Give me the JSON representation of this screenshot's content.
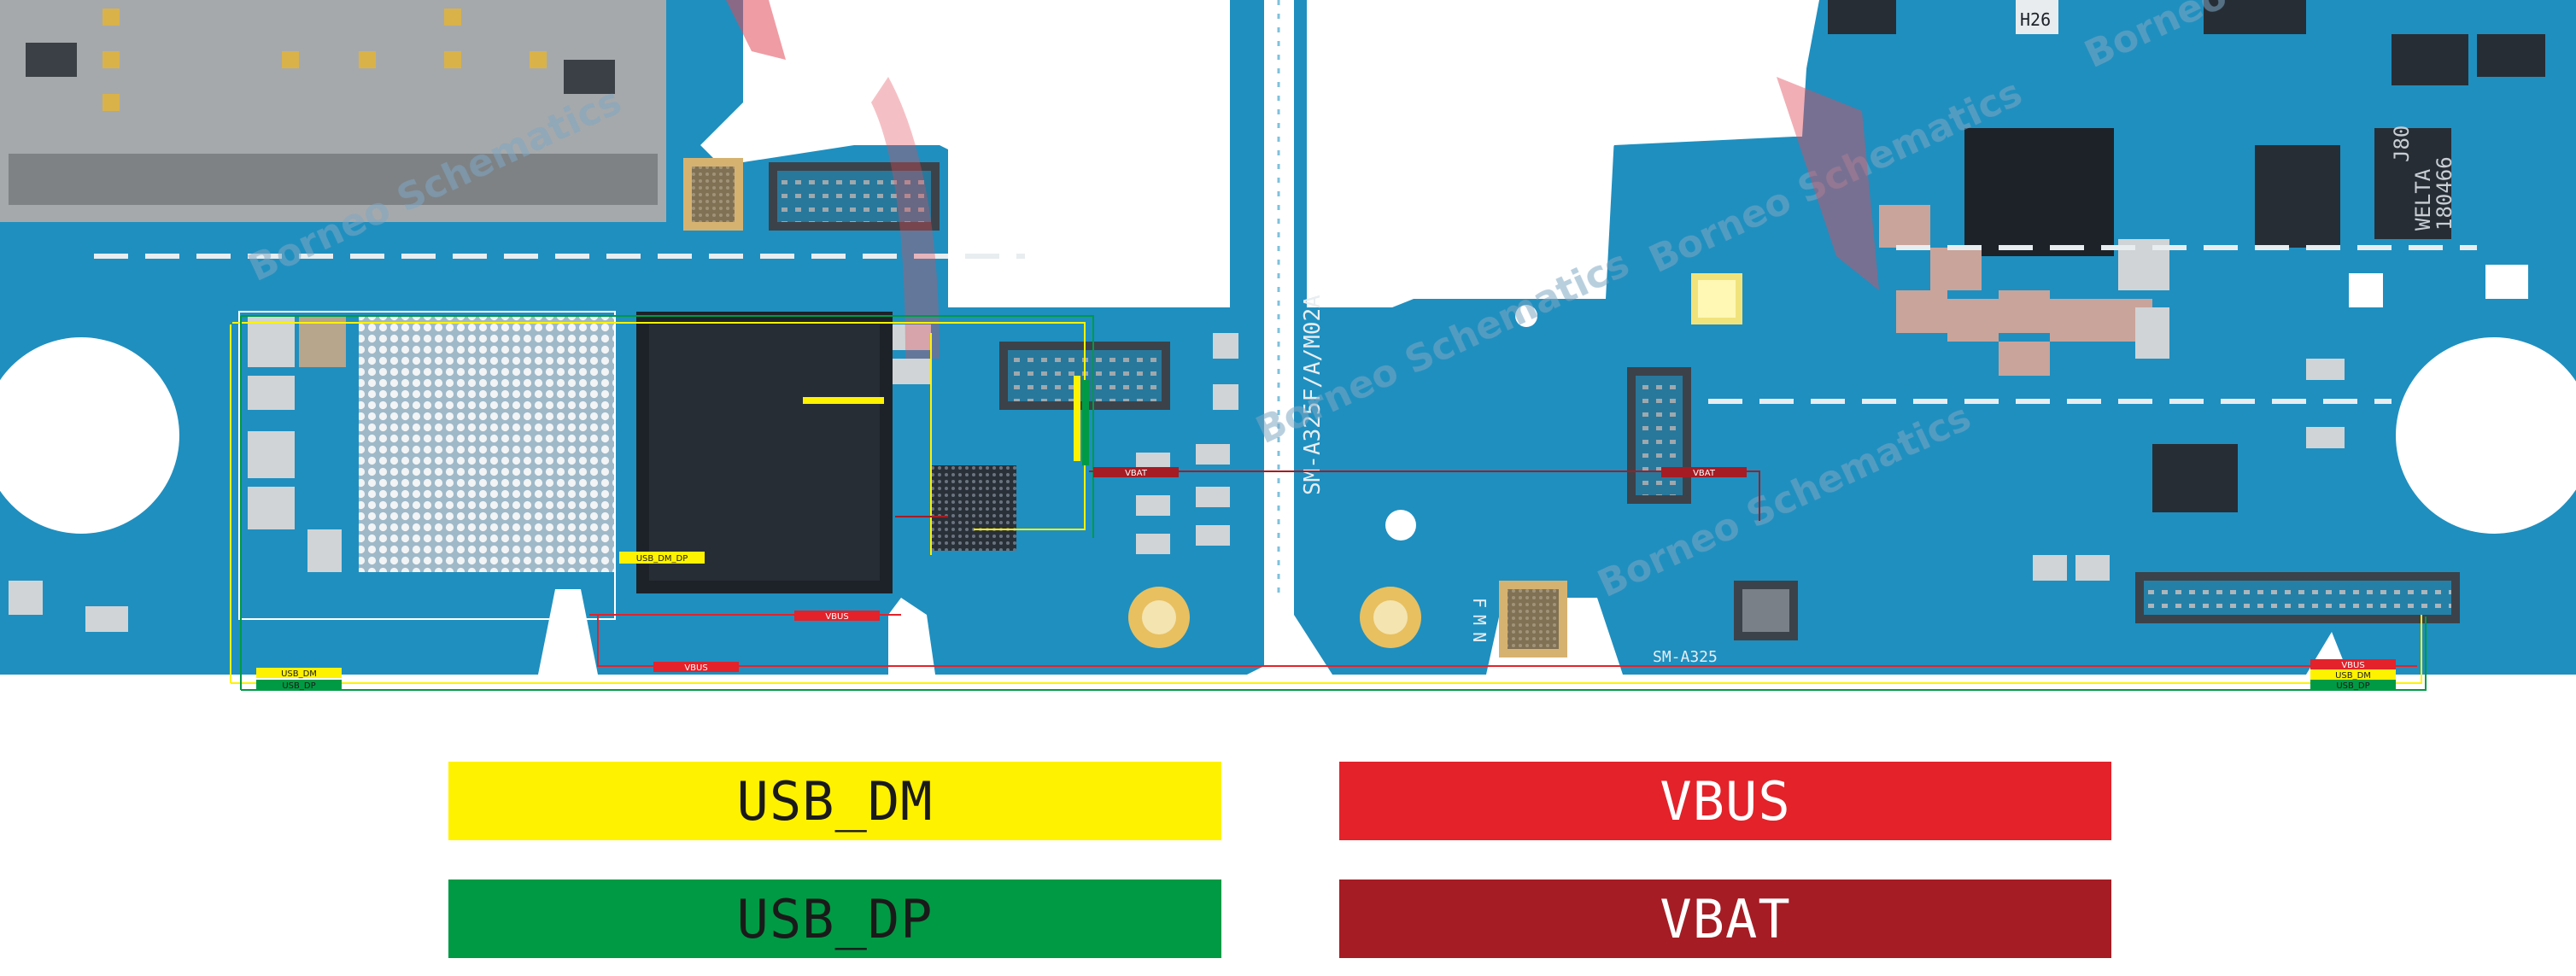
{
  "board": {
    "colors": {
      "pcb": "#1f8fbf",
      "pcb_dark": "#136e98",
      "silk": "#e8edf0",
      "chip": "#1d2229",
      "pad": "#d9d9d9",
      "gold": "#d4a84a",
      "watermark": "#c83c48"
    },
    "silkscreen": {
      "model_left": "SM-A325F/A/M02A",
      "model_right": "SM-A325",
      "fmn": "FMN",
      "chip_mark_1": "J80",
      "chip_mark_2": "WELTA",
      "chip_mark_3": "180466",
      "chip_mark_4": "H26"
    },
    "watermark_text": "Borneo Schematics",
    "trace_labels": {
      "usb_dm_dp_ic": "USB_DM_DP",
      "vbat_1": "VBAT",
      "vbat_2": "VBAT",
      "vbus_1": "VBUS",
      "vbus_2": "VBUS",
      "usb_dm_left": "USB_DM",
      "usb_dp_left": "USB_DP",
      "vbus_right": "VBUS",
      "usb_dm_right": "USB_DM",
      "usb_dp_right": "USB_DP"
    }
  },
  "legend": [
    {
      "label": "USB_DM",
      "color": "#fff200",
      "text_color": "#1a1a1a"
    },
    {
      "label": "VBUS",
      "color": "#e3222a",
      "text_color": "#ffffff"
    },
    {
      "label": "USB_DP",
      "color": "#009a44",
      "text_color": "#1a1a1a"
    },
    {
      "label": "VBAT",
      "color": "#a51c24",
      "text_color": "#ffffff"
    }
  ]
}
